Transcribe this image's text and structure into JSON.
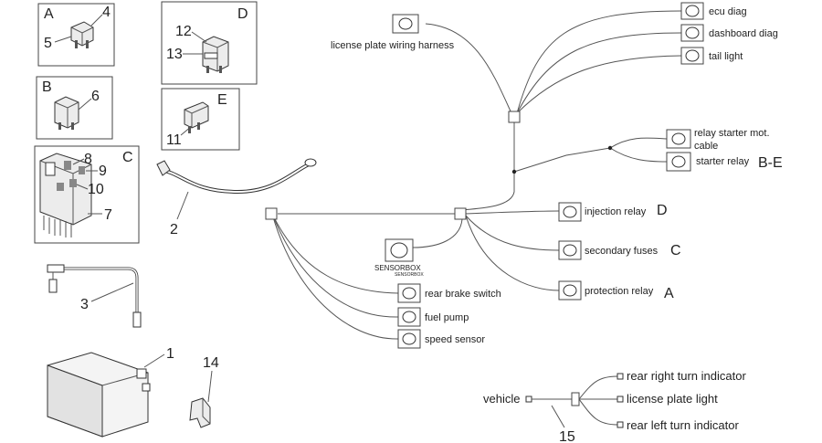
{
  "panels": {
    "A": {
      "letter": "A",
      "parts": [
        "4",
        "5"
      ]
    },
    "B": {
      "letter": "B",
      "parts": [
        "6"
      ]
    },
    "C": {
      "letter": "C",
      "parts": [
        "8",
        "9",
        "10",
        "7"
      ]
    },
    "D": {
      "letter": "D",
      "parts": [
        "12",
        "13"
      ]
    },
    "E": {
      "letter": "E",
      "parts": [
        "11"
      ]
    }
  },
  "callouts": {
    "cable_ground": "2",
    "cable_positive": "3",
    "battery": "1",
    "elbow": "14",
    "loom_rear": "15"
  },
  "harness": {
    "license_plate": "license plate wiring harness",
    "ecu_diag": "ecu diag",
    "dashboard_diag": "dashboard diag",
    "tail_light": "tail light",
    "relay_starter_1": "relay starter mot.",
    "relay_starter_2": "cable",
    "starter_relay": "starter relay",
    "starter_relay_ref": "B-E",
    "injection_relay": "injection relay",
    "injection_relay_ref": "D",
    "secondary_fuses": "secondary fuses",
    "secondary_fuses_ref": "C",
    "protection_relay": "protection relay",
    "protection_relay_ref": "A",
    "sensorbox_1": "SENSORBOX",
    "sensorbox_2": "SENSORBOX",
    "rear_brake_switch": "rear brake switch",
    "fuel_pump": "fuel pump",
    "speed_sensor": "speed sensor"
  },
  "rear_loom": {
    "vehicle": "vehicle",
    "rear_right": "rear right turn indicator",
    "plate_light": "license plate light",
    "rear_left": "rear left turn indicator"
  }
}
